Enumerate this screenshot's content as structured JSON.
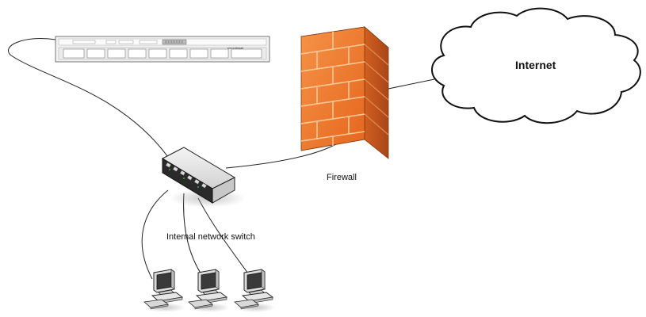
{
  "labels": {
    "internet": "Internet",
    "firewall": "Firewall",
    "switch": "Internal network switch",
    "rack_brand": "smoothwall"
  },
  "colors": {
    "firewall_front": "#f07a2a",
    "firewall_side": "#c9561a",
    "firewall_top": "#f6a56a",
    "firewall_mortar": "#ffc89a",
    "switch_body": "#e8e8e8",
    "switch_front": "#2a2a2a",
    "line": "#222222"
  },
  "icons": [
    "cloud-icon",
    "firewall-icon",
    "rack-server-icon",
    "network-switch-icon",
    "workstation-icon"
  ]
}
